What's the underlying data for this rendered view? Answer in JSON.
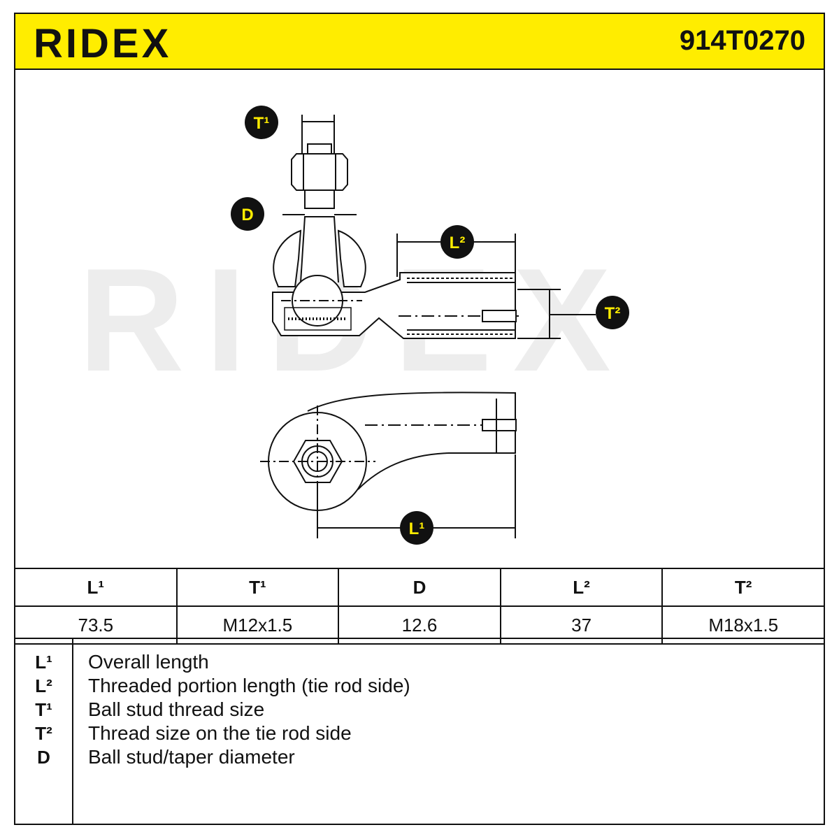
{
  "header": {
    "brand": "RIDEX",
    "part_number": "914T0270"
  },
  "drawing": {
    "watermark": "RIDEX",
    "badges": {
      "t1": "T¹",
      "d": "D",
      "l2": "L²",
      "t2": "T²",
      "l1": "L¹"
    }
  },
  "specs": {
    "headers": [
      "L¹",
      "T¹",
      "D",
      "L²",
      "T²"
    ],
    "values": [
      "73.5",
      "M12x1.5",
      "12.6",
      "37",
      "M18x1.5"
    ]
  },
  "legend": [
    {
      "symbol": "L¹",
      "text": "Overall length"
    },
    {
      "symbol": "L²",
      "text": "Threaded portion length (tie rod side)"
    },
    {
      "symbol": "T¹",
      "text": "Ball stud thread size"
    },
    {
      "symbol": "T²",
      "text": "Thread size on the tie rod side"
    },
    {
      "symbol": "D",
      "text": "Ball stud/taper diameter"
    }
  ],
  "colors": {
    "brand_yellow": "#ffed00",
    "ink": "#111111",
    "watermark": "#ededed"
  }
}
